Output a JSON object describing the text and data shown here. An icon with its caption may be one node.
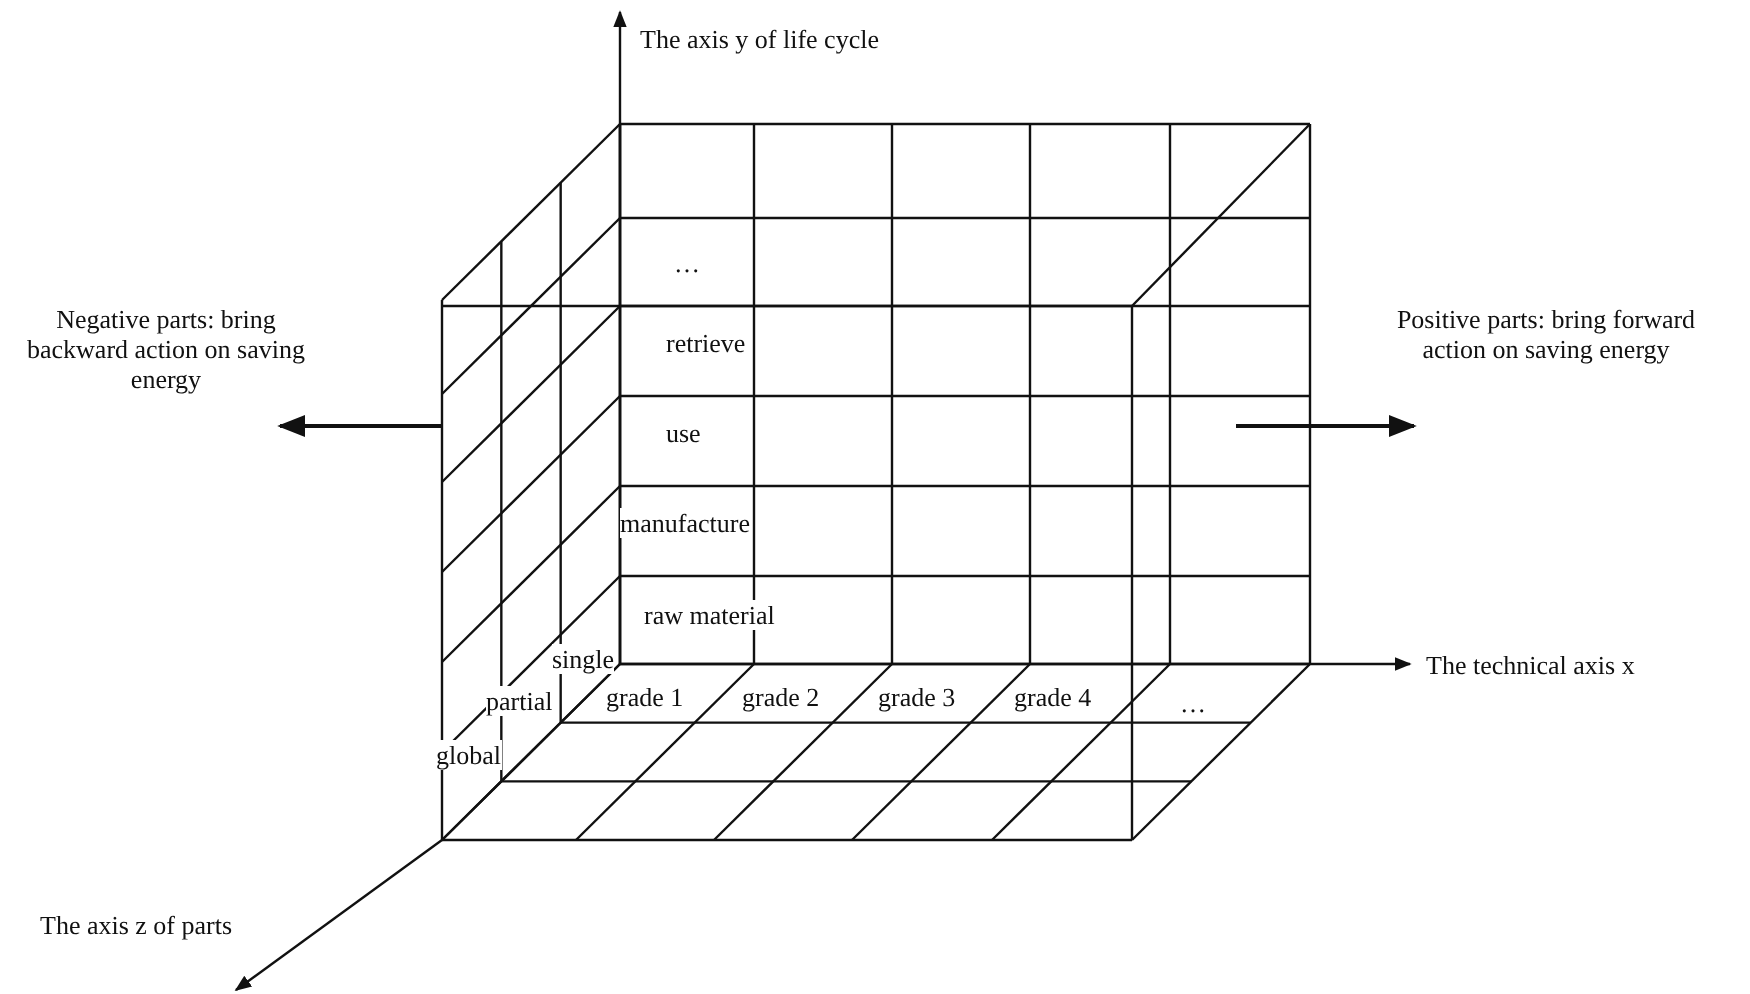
{
  "diagram": {
    "labels": [
      "The axis y of life cycle",
      "…",
      "Negative parts: bring backward action on saving energy",
      "retrieve",
      "Positive parts: bring forward action on saving energy",
      "use",
      "manufacture",
      "raw material",
      "single",
      "The technical axis x",
      "partial",
      "grade 1",
      "grade 2",
      "grade 3",
      "grade 4",
      "…",
      "global",
      "The axis z of parts"
    ]
  }
}
